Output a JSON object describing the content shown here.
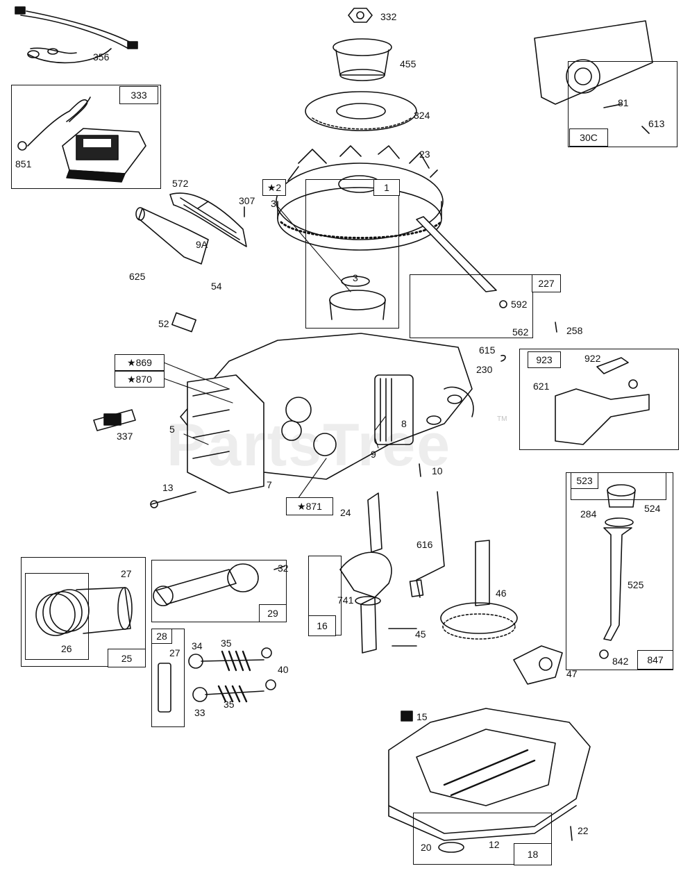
{
  "watermark": {
    "text": "PartsTree",
    "trademark": "TM"
  },
  "part_labels": {
    "p332": "332",
    "p455": "455",
    "p324": "324",
    "p23": "23",
    "p356": "356",
    "p851": "851",
    "p572": "572",
    "p307": "307",
    "p9a": "9A",
    "p3a": "3",
    "p3b": "3",
    "p625": "625",
    "p54": "54",
    "p52": "52",
    "p592": "592",
    "p562": "562",
    "p258": "258",
    "p615": "615",
    "p230": "230",
    "p922": "922",
    "p621": "621",
    "p337": "337",
    "p5": "5",
    "p8": "8",
    "p9": "9",
    "p7": "7",
    "p10": "10",
    "p13": "13",
    "p24": "24",
    "p616": "616",
    "p741": "741",
    "p46": "46",
    "p45": "45",
    "p47": "47",
    "p284": "284",
    "p524": "524",
    "p525": "525",
    "p842": "842",
    "p27a": "27",
    "p26": "26",
    "p32": "32",
    "p34": "34",
    "p35a": "35",
    "p35b": "35",
    "p40": "40",
    "p27b": "27",
    "p33": "33",
    "p15": "15",
    "p22": "22",
    "p20": "20",
    "p12": "12",
    "p81": "81",
    "p613": "613"
  },
  "boxed_labels": {
    "b333": "333",
    "b300": "30C",
    "b2": "★2",
    "b1": "1",
    "b227": "227",
    "b869": "★869",
    "b870": "★870",
    "b923": "923",
    "b871": "★871",
    "b523": "523",
    "b847": "847",
    "b25": "25",
    "b29": "29",
    "b28": "28",
    "b16": "16",
    "b18": "18"
  }
}
